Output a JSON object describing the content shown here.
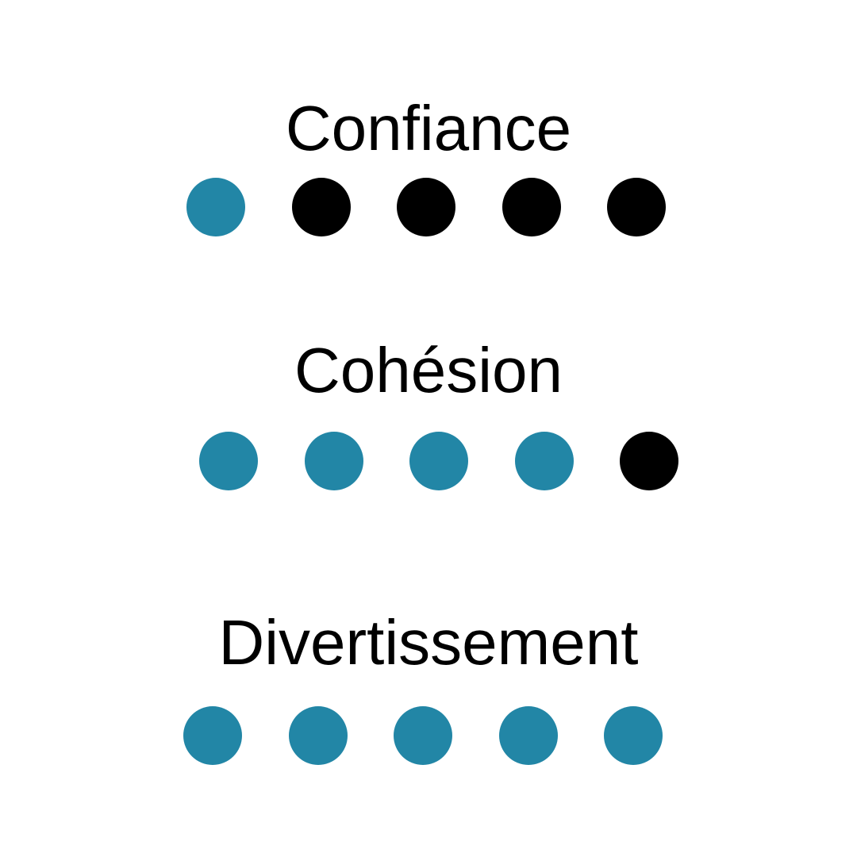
{
  "colors": {
    "filled": "#2286a6",
    "empty": "#000000",
    "text": "#000000",
    "background": "#ffffff"
  },
  "chart_data": {
    "type": "rating",
    "max": 5,
    "items": [
      {
        "label": "Confiance",
        "value": 1
      },
      {
        "label": "Cohésion",
        "value": 4
      },
      {
        "label": "Divertissement",
        "value": 5
      }
    ]
  }
}
